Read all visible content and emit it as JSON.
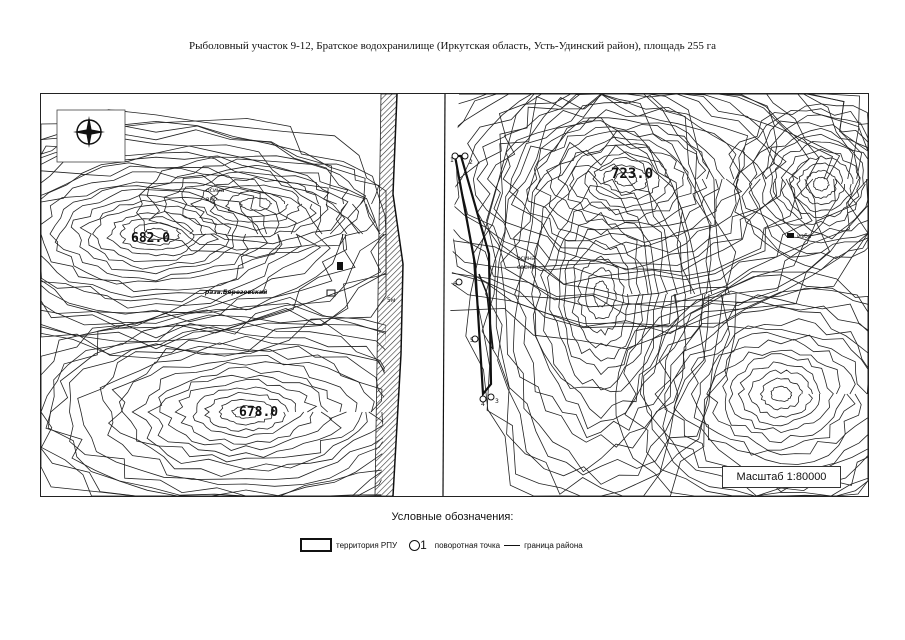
{
  "title": "Рыболовный участок 9-12, Братское водохранилище (Иркутская область, Усть-Удинский район), площадь 255 га",
  "map": {
    "elevations": [
      "682.0",
      "723.0",
      "678.0"
    ],
    "labels": {
      "settlement": "разв.Березовский",
      "spring_left": "осина",
      "spring_left2": "вкр.",
      "spring_right": "осина",
      "spring_right2": "сосна",
      "hut": "изба",
      "sign_hm": "5м"
    },
    "turning_points": [
      "1",
      "2",
      "3",
      "4",
      "5",
      "6"
    ],
    "scale_label": "Масштаб 1:80000"
  },
  "legend": {
    "title": "Условные обозначения:",
    "territory": "территория РПУ",
    "point_num": "1",
    "turning_point": "поворотная точка",
    "district_border": "граница района"
  },
  "colors": {
    "line": "#222222",
    "water": "#ffffff",
    "hatch": "#333333"
  }
}
